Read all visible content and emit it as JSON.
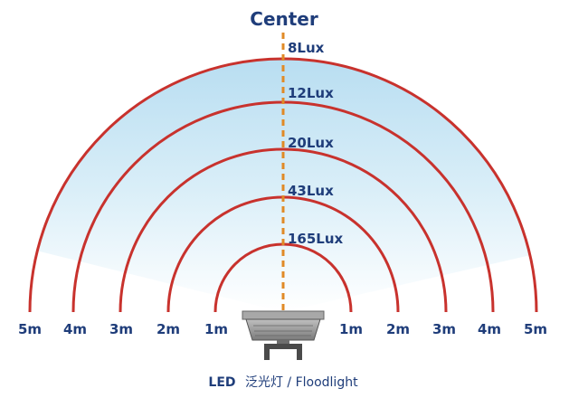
{
  "title": "Center",
  "rings": [
    {
      "lux": "8Lux",
      "dist": "5m"
    },
    {
      "lux": "12Lux",
      "dist": "4m"
    },
    {
      "lux": "20Lux",
      "dist": "3m"
    },
    {
      "lux": "43Lux",
      "dist": "2m"
    },
    {
      "lux": "165Lux",
      "dist": "1m"
    }
  ],
  "caption": {
    "led": "LED",
    "rest": "泛光灯 / Floodlight"
  },
  "colors": {
    "arc": "#c8322d",
    "center_line": "#e08a26",
    "text": "#1f3d7a",
    "beam_top": "#a9d6ee"
  },
  "icons": {
    "lamp": "floodlight-lamp-icon"
  }
}
